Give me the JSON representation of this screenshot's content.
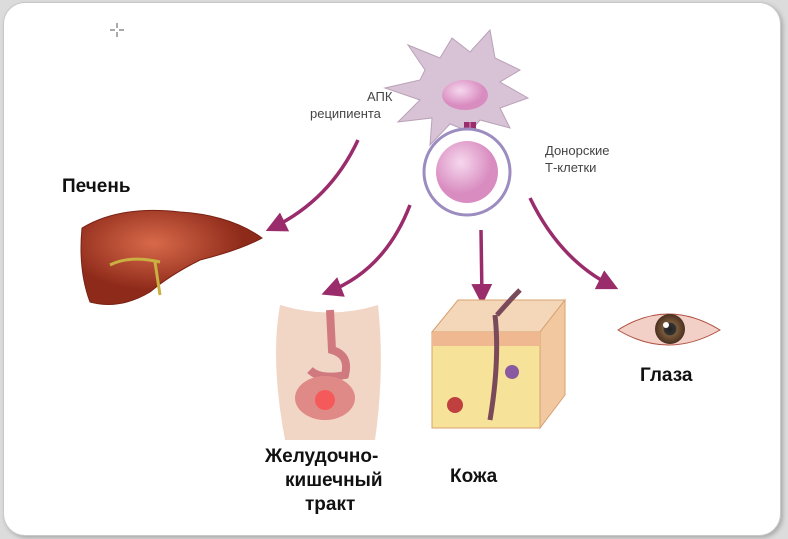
{
  "labels": {
    "apc": "АПК",
    "recipient": "реципиента",
    "donor": "Донорские",
    "tcells": "Т-клетки",
    "liver": "Печень",
    "gi_line1": "Желудочно-",
    "gi_line2": "кишечный",
    "gi_line3": "тракт",
    "skin": "Кожа",
    "eyes": "Глаза"
  },
  "colors": {
    "arrow": "#9a2c6c",
    "apc_cell": "#d8c2d6",
    "tcell_ring": "#9c8cc0",
    "nucleus": "#e4a8d2",
    "liver": "#b8402a"
  }
}
